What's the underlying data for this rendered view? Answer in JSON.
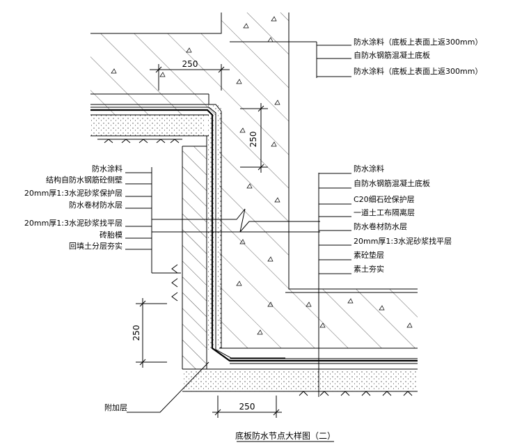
{
  "title": "底板防水节点大样图（二）",
  "dimensions": {
    "top_horizontal": "250",
    "top_vertical": "250",
    "left_vertical": "250",
    "bottom_horizontal": "250"
  },
  "top_right_labels": [
    "防水涂料（底板上表面上返300mm）",
    "自防水钢筋混凝土底板",
    "防水涂料（底板上表面上返300mm）"
  ],
  "left_labels": [
    "防水涂料",
    "结构自防水钢筋砼侧壁",
    "20mm厚1:3水泥砂浆保护层",
    "防水卷材防水层",
    "20mm厚1:3水泥砂浆找平层",
    "砖胎模",
    "回填土分层夯实"
  ],
  "right_labels": [
    "防水涂料",
    "自防水钢筋混凝土底板",
    "C20细石砼保护层",
    "一道土工布隔离层",
    "防水卷材防水层",
    "20mm厚1:3水泥砂浆找平层",
    "素砼垫层",
    "素土夯实"
  ],
  "bottom_left_label": "附加层"
}
